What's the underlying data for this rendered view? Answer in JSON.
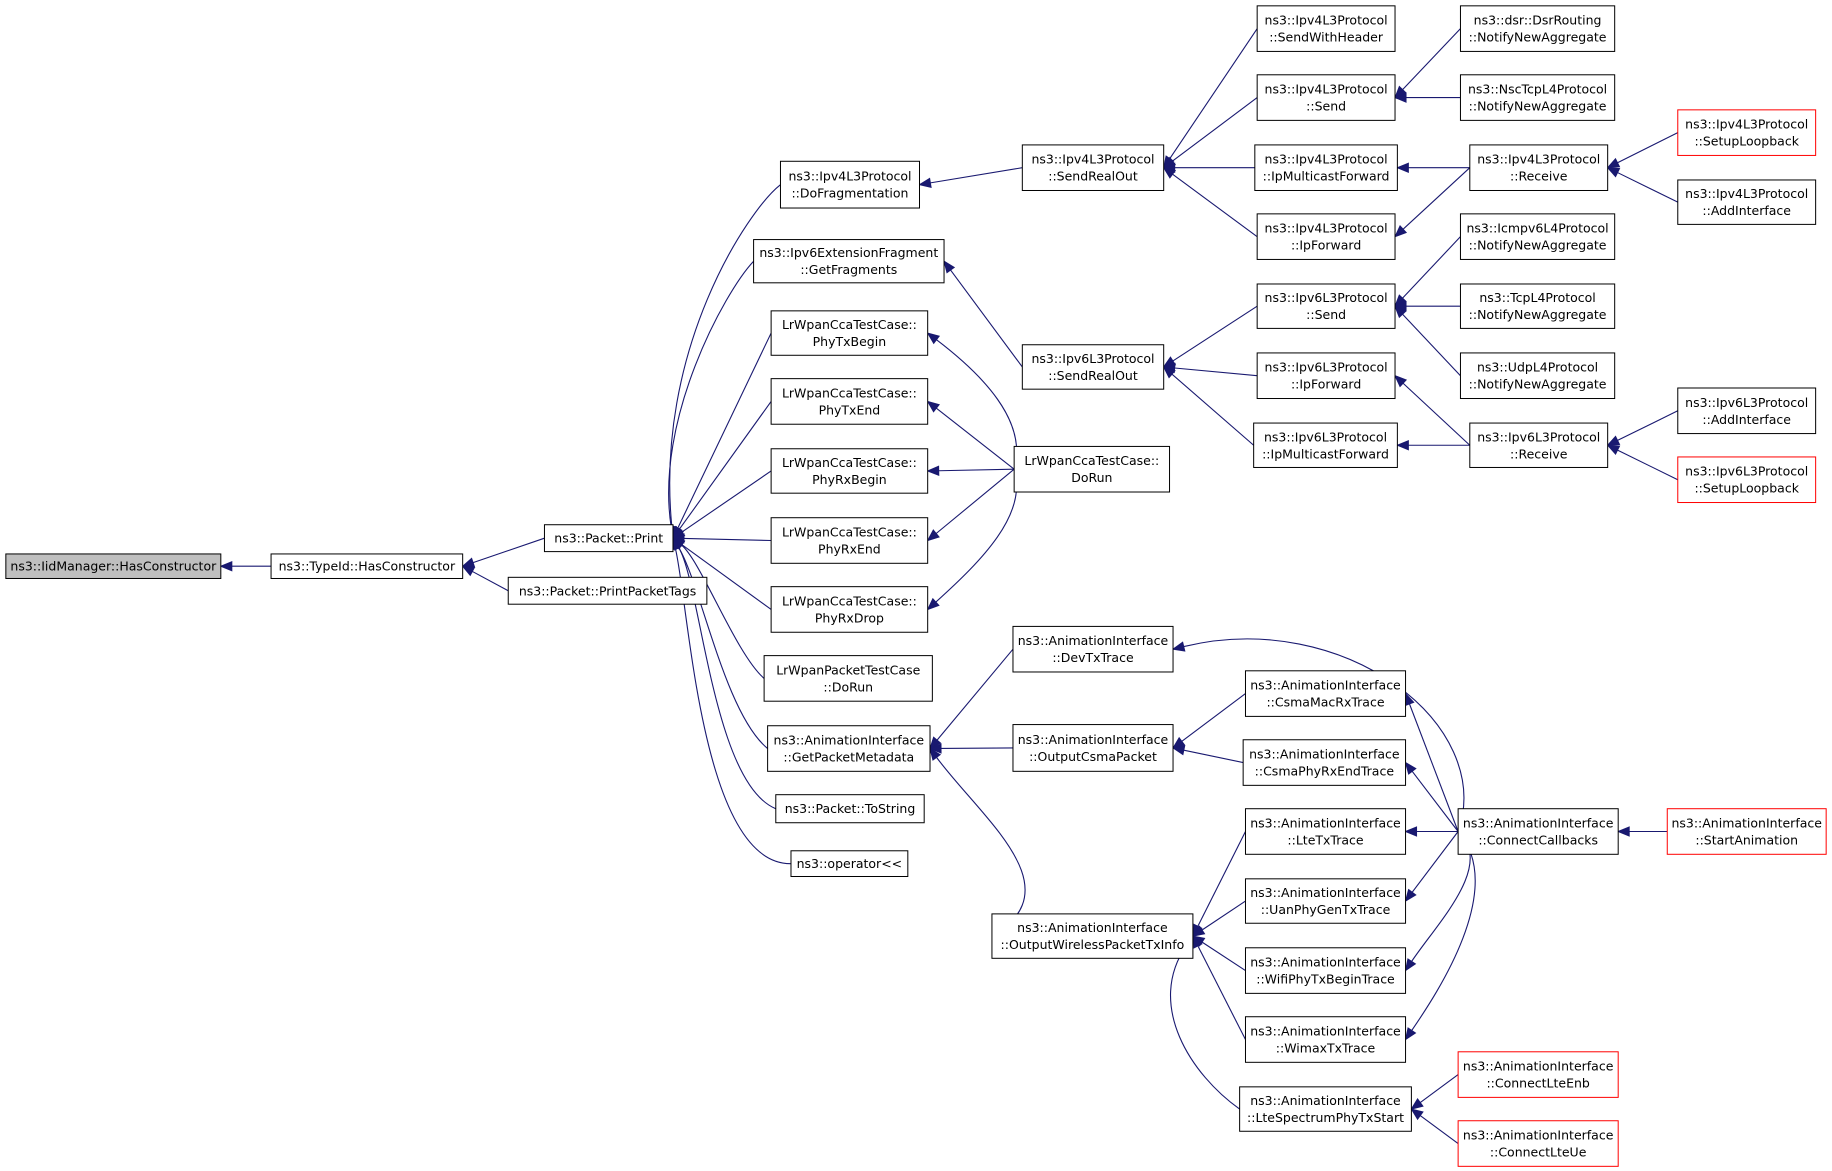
{
  "graph": {
    "colors": {
      "edge": "#191970",
      "node_border": "#000000",
      "truncated_border": "#ff0000",
      "focus_fill": "#bfbfbf",
      "background": "#ffffff"
    },
    "nodes": [
      {
        "id": "iidmgr",
        "lines": [
          "ns3::IidManager::HasConstructor"
        ],
        "focus": true
      },
      {
        "id": "typeid",
        "lines": [
          "ns3::TypeId::HasConstructor"
        ]
      },
      {
        "id": "pprint",
        "lines": [
          "ns3::Packet::Print"
        ]
      },
      {
        "id": "pptags",
        "lines": [
          "ns3::Packet::PrintPacketTags"
        ]
      },
      {
        "id": "dofrag",
        "lines": [
          "ns3::Ipv4L3Protocol",
          "::DoFragmentation"
        ]
      },
      {
        "id": "getfrag",
        "lines": [
          "ns3::Ipv6ExtensionFragment",
          "::GetFragments"
        ]
      },
      {
        "id": "phytxbegin",
        "lines": [
          "LrWpanCcaTestCase::",
          "PhyTxBegin"
        ]
      },
      {
        "id": "phytxend",
        "lines": [
          "LrWpanCcaTestCase::",
          "PhyTxEnd"
        ]
      },
      {
        "id": "phyrxbegin",
        "lines": [
          "LrWpanCcaTestCase::",
          "PhyRxBegin"
        ]
      },
      {
        "id": "phyrxend",
        "lines": [
          "LrWpanCcaTestCase::",
          "PhyRxEnd"
        ]
      },
      {
        "id": "phyrxdrop",
        "lines": [
          "LrWpanCcaTestCase::",
          "PhyRxDrop"
        ]
      },
      {
        "id": "lrpktdorun",
        "lines": [
          "LrWpanPacketTestCase",
          "::DoRun"
        ]
      },
      {
        "id": "getpktmeta",
        "lines": [
          "ns3::AnimationInterface",
          "::GetPacketMetadata"
        ]
      },
      {
        "id": "tostring",
        "lines": [
          "ns3::Packet::ToString"
        ]
      },
      {
        "id": "operatorlt",
        "lines": [
          "ns3::operator<<"
        ]
      },
      {
        "id": "v4sendrealout",
        "lines": [
          "ns3::Ipv4L3Protocol",
          "::SendRealOut"
        ]
      },
      {
        "id": "v6sendrealout",
        "lines": [
          "ns3::Ipv6L3Protocol",
          "::SendRealOut"
        ]
      },
      {
        "id": "ccadorun",
        "lines": [
          "LrWpanCcaTestCase::",
          "DoRun"
        ]
      },
      {
        "id": "devtxtrace",
        "lines": [
          "ns3::AnimationInterface",
          "::DevTxTrace"
        ]
      },
      {
        "id": "outcsma",
        "lines": [
          "ns3::AnimationInterface",
          "::OutputCsmaPacket"
        ]
      },
      {
        "id": "outwifi",
        "lines": [
          "ns3::AnimationInterface",
          "::OutputWirelessPacketTxInfo"
        ]
      },
      {
        "id": "v4sendwh",
        "lines": [
          "ns3::Ipv4L3Protocol",
          "::SendWithHeader"
        ]
      },
      {
        "id": "v4send",
        "lines": [
          "ns3::Ipv4L3Protocol",
          "::Send"
        ]
      },
      {
        "id": "v4ipmcast",
        "lines": [
          "ns3::Ipv4L3Protocol",
          "::IpMulticastForward"
        ]
      },
      {
        "id": "v4ipfwd",
        "lines": [
          "ns3::Ipv4L3Protocol",
          "::IpForward"
        ]
      },
      {
        "id": "v6send",
        "lines": [
          "ns3::Ipv6L3Protocol",
          "::Send"
        ]
      },
      {
        "id": "v6ipfwd",
        "lines": [
          "ns3::Ipv6L3Protocol",
          "::IpForward"
        ]
      },
      {
        "id": "v6ipmcast",
        "lines": [
          "ns3::Ipv6L3Protocol",
          "::IpMulticastForward"
        ]
      },
      {
        "id": "csmamacrx",
        "lines": [
          "ns3::AnimationInterface",
          "::CsmaMacRxTrace"
        ]
      },
      {
        "id": "csmaphyrx",
        "lines": [
          "ns3::AnimationInterface",
          "::CsmaPhyRxEndTrace"
        ]
      },
      {
        "id": "ltetx",
        "lines": [
          "ns3::AnimationInterface",
          "::LteTxTrace"
        ]
      },
      {
        "id": "uanphy",
        "lines": [
          "ns3::AnimationInterface",
          "::UanPhyGenTxTrace"
        ]
      },
      {
        "id": "wifiphy",
        "lines": [
          "ns3::AnimationInterface",
          "::WifiPhyTxBeginTrace"
        ]
      },
      {
        "id": "wimax",
        "lines": [
          "ns3::AnimationInterface",
          "::WimaxTxTrace"
        ]
      },
      {
        "id": "ltespec",
        "lines": [
          "ns3::AnimationInterface",
          "::LteSpectrumPhyTxStart"
        ]
      },
      {
        "id": "dsrnna",
        "lines": [
          "ns3::dsr::DsrRouting",
          "::NotifyNewAggregate"
        ]
      },
      {
        "id": "nscnna",
        "lines": [
          "ns3::NscTcpL4Protocol",
          "::NotifyNewAggregate"
        ]
      },
      {
        "id": "v4receive",
        "lines": [
          "ns3::Ipv4L3Protocol",
          "::Receive"
        ]
      },
      {
        "id": "icmpnna",
        "lines": [
          "ns3::Icmpv6L4Protocol",
          "::NotifyNewAggregate"
        ]
      },
      {
        "id": "tcpnna",
        "lines": [
          "ns3::TcpL4Protocol",
          "::NotifyNewAggregate"
        ]
      },
      {
        "id": "udpnna",
        "lines": [
          "ns3::UdpL4Protocol",
          "::NotifyNewAggregate"
        ]
      },
      {
        "id": "v6receive",
        "lines": [
          "ns3::Ipv6L3Protocol",
          "::Receive"
        ]
      },
      {
        "id": "connectcb",
        "lines": [
          "ns3::AnimationInterface",
          "::ConnectCallbacks"
        ]
      },
      {
        "id": "ltenb",
        "lines": [
          "ns3::AnimationInterface",
          "::ConnectLteEnb"
        ],
        "truncated": true
      },
      {
        "id": "lteue",
        "lines": [
          "ns3::AnimationInterface",
          "::ConnectLteUe"
        ],
        "truncated": true
      },
      {
        "id": "v4setloop",
        "lines": [
          "ns3::Ipv4L3Protocol",
          "::SetupLoopback"
        ],
        "truncated": true
      },
      {
        "id": "v4addif",
        "lines": [
          "ns3::Ipv4L3Protocol",
          "::AddInterface"
        ]
      },
      {
        "id": "v6addif",
        "lines": [
          "ns3::Ipv6L3Protocol",
          "::AddInterface"
        ]
      },
      {
        "id": "v6setloop",
        "lines": [
          "ns3::Ipv6L3Protocol",
          "::SetupLoopback"
        ],
        "truncated": true
      },
      {
        "id": "startanim",
        "lines": [
          "ns3::AnimationInterface",
          "::StartAnimation"
        ],
        "truncated": true
      }
    ],
    "edges": [
      [
        "typeid",
        "iidmgr"
      ],
      [
        "pprint",
        "typeid"
      ],
      [
        "pptags",
        "typeid"
      ],
      [
        "dofrag",
        "pprint"
      ],
      [
        "getfrag",
        "pprint"
      ],
      [
        "phytxbegin",
        "pprint"
      ],
      [
        "phytxend",
        "pprint"
      ],
      [
        "phyrxbegin",
        "pprint"
      ],
      [
        "phyrxend",
        "pprint"
      ],
      [
        "phyrxdrop",
        "pprint"
      ],
      [
        "lrpktdorun",
        "pprint"
      ],
      [
        "getpktmeta",
        "pprint"
      ],
      [
        "tostring",
        "pprint"
      ],
      [
        "operatorlt",
        "pprint"
      ],
      [
        "v4sendrealout",
        "dofrag"
      ],
      [
        "v6sendrealout",
        "getfrag"
      ],
      [
        "ccadorun",
        "phytxbegin"
      ],
      [
        "ccadorun",
        "phytxend"
      ],
      [
        "ccadorun",
        "phyrxbegin"
      ],
      [
        "ccadorun",
        "phyrxend"
      ],
      [
        "ccadorun",
        "phyrxdrop"
      ],
      [
        "devtxtrace",
        "getpktmeta"
      ],
      [
        "outcsma",
        "getpktmeta"
      ],
      [
        "outwifi",
        "getpktmeta"
      ],
      [
        "v4sendwh",
        "v4sendrealout"
      ],
      [
        "v4send",
        "v4sendrealout"
      ],
      [
        "v4ipmcast",
        "v4sendrealout"
      ],
      [
        "v4ipfwd",
        "v4sendrealout"
      ],
      [
        "v6send",
        "v6sendrealout"
      ],
      [
        "v6ipfwd",
        "v6sendrealout"
      ],
      [
        "v6ipmcast",
        "v6sendrealout"
      ],
      [
        "csmamacrx",
        "outcsma"
      ],
      [
        "csmaphyrx",
        "outcsma"
      ],
      [
        "ltetx",
        "outwifi"
      ],
      [
        "uanphy",
        "outwifi"
      ],
      [
        "wifiphy",
        "outwifi"
      ],
      [
        "wimax",
        "outwifi"
      ],
      [
        "ltespec",
        "outwifi"
      ],
      [
        "dsrnna",
        "v4send"
      ],
      [
        "nscnna",
        "v4send"
      ],
      [
        "v4receive",
        "v4ipmcast"
      ],
      [
        "v4receive",
        "v4ipfwd"
      ],
      [
        "icmpnna",
        "v6send"
      ],
      [
        "tcpnna",
        "v6send"
      ],
      [
        "udpnna",
        "v6send"
      ],
      [
        "v6receive",
        "v6ipfwd"
      ],
      [
        "v6receive",
        "v6ipmcast"
      ],
      [
        "connectcb",
        "devtxtrace"
      ],
      [
        "connectcb",
        "csmamacrx"
      ],
      [
        "connectcb",
        "csmaphyrx"
      ],
      [
        "connectcb",
        "ltetx"
      ],
      [
        "connectcb",
        "uanphy"
      ],
      [
        "connectcb",
        "wifiphy"
      ],
      [
        "connectcb",
        "wimax"
      ],
      [
        "ltenb",
        "ltespec"
      ],
      [
        "lteue",
        "ltespec"
      ],
      [
        "v4setloop",
        "v4receive"
      ],
      [
        "v4addif",
        "v4receive"
      ],
      [
        "v6addif",
        "v6receive"
      ],
      [
        "v6setloop",
        "v6receive"
      ],
      [
        "startanim",
        "connectcb"
      ]
    ]
  }
}
